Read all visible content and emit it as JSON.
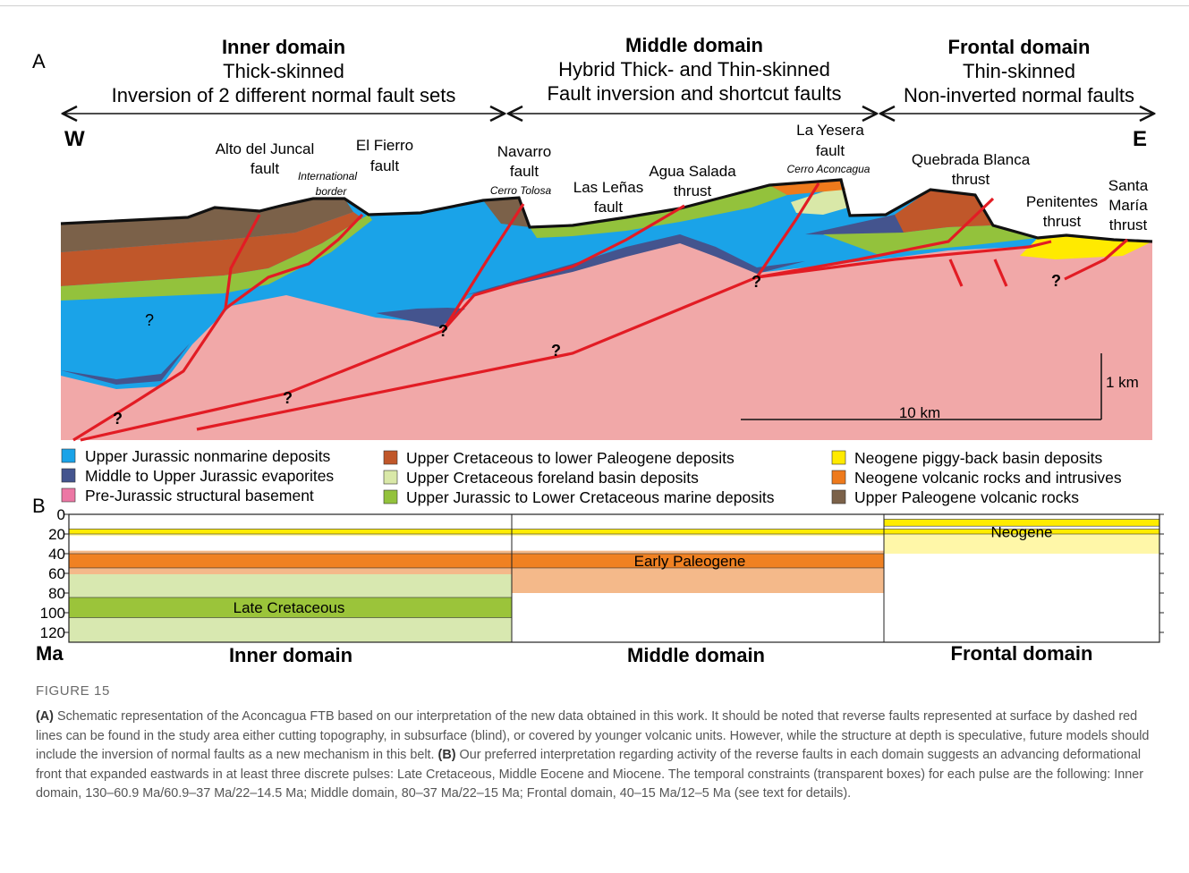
{
  "panel_a": {
    "letter": "A",
    "domains": [
      {
        "name": "Inner domain",
        "style": "Thick-skinned",
        "desc": "Inversion of 2 different normal fault sets"
      },
      {
        "name": "Middle domain",
        "style": "Hybrid Thick- and Thin-skinned",
        "desc": "Fault inversion and shortcut faults"
      },
      {
        "name": "Frontal domain",
        "style": "Thin-skinned",
        "desc": "Non-inverted normal faults"
      }
    ],
    "west": "W",
    "east": "E",
    "fault_labels": {
      "alto_1": "Alto del Juncal",
      "alto_2": "fault",
      "fierro_1": "El Fierro",
      "fierro_2": "fault",
      "border_1": "International",
      "border_2": "border",
      "navarro_1": "Navarro",
      "navarro_2": "fault",
      "tolosa": "Cerro Tolosa",
      "lenas_1": "Las Leñas",
      "lenas_2": "fault",
      "agua_1": "Agua Salada",
      "agua_2": "thrust",
      "yesera_1": "La Yesera",
      "yesera_2": "fault",
      "aconcagua": "Cerro Aconcagua",
      "quebrada_1": "Quebrada Blanca",
      "quebrada_2": "thrust",
      "penitentes_1": "Penitentes",
      "penitentes_2": "thrust",
      "santa_1": "Santa",
      "santa_2": "María",
      "santa_3": "thrust"
    },
    "unknown_mark": "?",
    "scale_vertical": "1 km",
    "scale_horizontal": "10 km",
    "legend": [
      {
        "label": "Upper Jurassic nonmarine deposits",
        "color": "#1aa3e8"
      },
      {
        "label": "Middle to Upper Jurassic evaporites",
        "color": "#44548e"
      },
      {
        "label": "Pre-Jurassic structural basement",
        "color": "#ec77a4"
      },
      {
        "label": "Upper Cretaceous to lower Paleogene deposits",
        "color": "#c0572a"
      },
      {
        "label": "Upper Cretaceous foreland basin deposits",
        "color": "#d9e8a8"
      },
      {
        "label": "Upper Jurassic to Lower Cretaceous marine deposits",
        "color": "#93c23c"
      },
      {
        "label": "Neogene piggy-back basin deposits",
        "color": "#ffea00"
      },
      {
        "label": "Neogene volcanic rocks and intrusives",
        "color": "#ee7a1c"
      },
      {
        "label": "Upper Paleogene volcanic rocks",
        "color": "#7b6149"
      }
    ]
  },
  "panel_b": {
    "letter": "B",
    "unit": "Ma",
    "y_ticks": [
      "0",
      "20",
      "40",
      "60",
      "80",
      "100",
      "120"
    ],
    "domains": [
      "Inner domain",
      "Middle domain",
      "Frontal domain"
    ],
    "pulse_labels": {
      "neogene": "Neogene",
      "paleogene": "Early Paleogene",
      "cretaceous": "Late Cretaceous"
    }
  },
  "chart_data": {
    "type": "bar",
    "title": "",
    "ylabel": "Ma",
    "ylim": [
      0,
      130
    ],
    "categories": [
      "Inner domain",
      "Middle domain",
      "Frontal domain"
    ],
    "series": [
      {
        "name": "Late Cretaceous",
        "values": [
          [
            84.5,
            105
          ],
          null,
          null
        ],
        "constraints": [
          [
            60.9,
            130
          ],
          null,
          null
        ]
      },
      {
        "name": "Early Paleogene",
        "values": [
          [
            40,
            54.5
          ],
          [
            40,
            54.5
          ],
          null
        ],
        "constraints": [
          [
            37,
            60.9
          ],
          [
            37,
            80
          ],
          null
        ]
      },
      {
        "name": "Neogene",
        "values": [
          [
            15,
            20
          ],
          [
            15,
            20
          ],
          [
            15,
            20
          ]
        ],
        "constraints": [
          [
            14.5,
            22
          ],
          [
            15,
            22
          ],
          [
            15,
            40
          ]
        ]
      },
      {
        "name": "",
        "values": [
          null,
          null,
          [
            5,
            12
          ]
        ],
        "constraints": [
          null,
          null,
          [
            5,
            12
          ]
        ]
      }
    ]
  },
  "caption": {
    "label": "FIGURE 15",
    "a_tag": "(A)",
    "a_text": " Schematic representation of the Aconcagua FTB based on our interpretation of the new data obtained in this work. It should be noted that reverse faults represented at surface by dashed red lines can be found in the study area either cutting topography, in subsurface (blind), or covered by younger volcanic units. However, while the structure at depth is speculative, future models should include the inversion of normal faults as a new mechanism in this belt. ",
    "b_tag": "(B)",
    "b_text": " Our preferred interpretation regarding activity of the reverse faults in each domain suggests an advancing deformational front that expanded eastwards in at least three discrete pulses: Late Cretaceous, Middle Eocene and Miocene. The temporal constraints (transparent boxes) for each pulse are the following: Inner domain, 130–60.9 Ma/60.9–37 Ma/22–14.5 Ma; Middle domain, 80–37 Ma/22–15 Ma; Frontal domain, 40–15 Ma/12–5 Ma (see text for details)."
  }
}
